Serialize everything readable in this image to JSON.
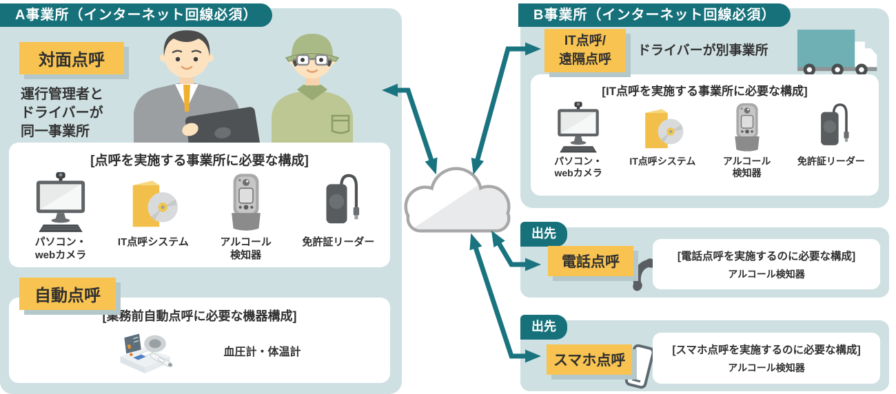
{
  "officeA": {
    "header": "A事業所（インターネット回線必須）",
    "taimen": {
      "label": "対面点呼",
      "desc_lines": [
        "運行管理者と",
        "ドライバーが",
        "同一事業所"
      ]
    },
    "equip_box": {
      "title": "[点呼を実施する事業所に必要な構成]",
      "items": [
        {
          "icon": "pc-webcam-icon",
          "label": "パソコン・\nwebカメラ"
        },
        {
          "icon": "it-tenko-system-icon",
          "label": "IT点呼システム"
        },
        {
          "icon": "alcohol-detector-icon",
          "label": "アルコール\n検知器"
        },
        {
          "icon": "license-reader-icon",
          "label": "免許証リーダー"
        }
      ]
    },
    "jidou": {
      "label": "自動点呼",
      "box_title": "[業務前自動点呼に必要な機器構成]",
      "item_label": "血圧計・体温計"
    }
  },
  "officeB": {
    "header": "B事業所（インターネット回線必須）",
    "it_tenko": {
      "label": "IT点呼/\n遠隔点呼",
      "desc": "ドライバーが別事業所"
    },
    "equip_box": {
      "title": "[IT点呼を実施する事業所に必要な構成]",
      "items": [
        {
          "icon": "pc-webcam-icon",
          "label": "パソコン・\nwebカメラ"
        },
        {
          "icon": "it-tenko-system-icon",
          "label": "IT点呼システム"
        },
        {
          "icon": "alcohol-detector-icon",
          "label": "アルコール\n検知器"
        },
        {
          "icon": "license-reader-icon",
          "label": "免許証リーダー"
        }
      ]
    }
  },
  "phone_section": {
    "tag": "出先",
    "label": "電話点呼",
    "box_title": "[電話点呼を実施するのに必要な構成]",
    "item_label": "アルコール検知器"
  },
  "smartphone_section": {
    "tag": "出先",
    "label": "スマホ点呼",
    "box_title": "[スマホ点呼を実施するのに必要な構成]",
    "item_label": "アルコール検知器"
  },
  "colors": {
    "teal_dark": "#17717a",
    "panel_bg": "#cfe0e2",
    "label_yellow": "#f8c350",
    "label_shadow": "#b4c8cc",
    "arrow": "#1a7480",
    "text": "#2f2f2f",
    "truck_teal": "#6fb0b5"
  }
}
